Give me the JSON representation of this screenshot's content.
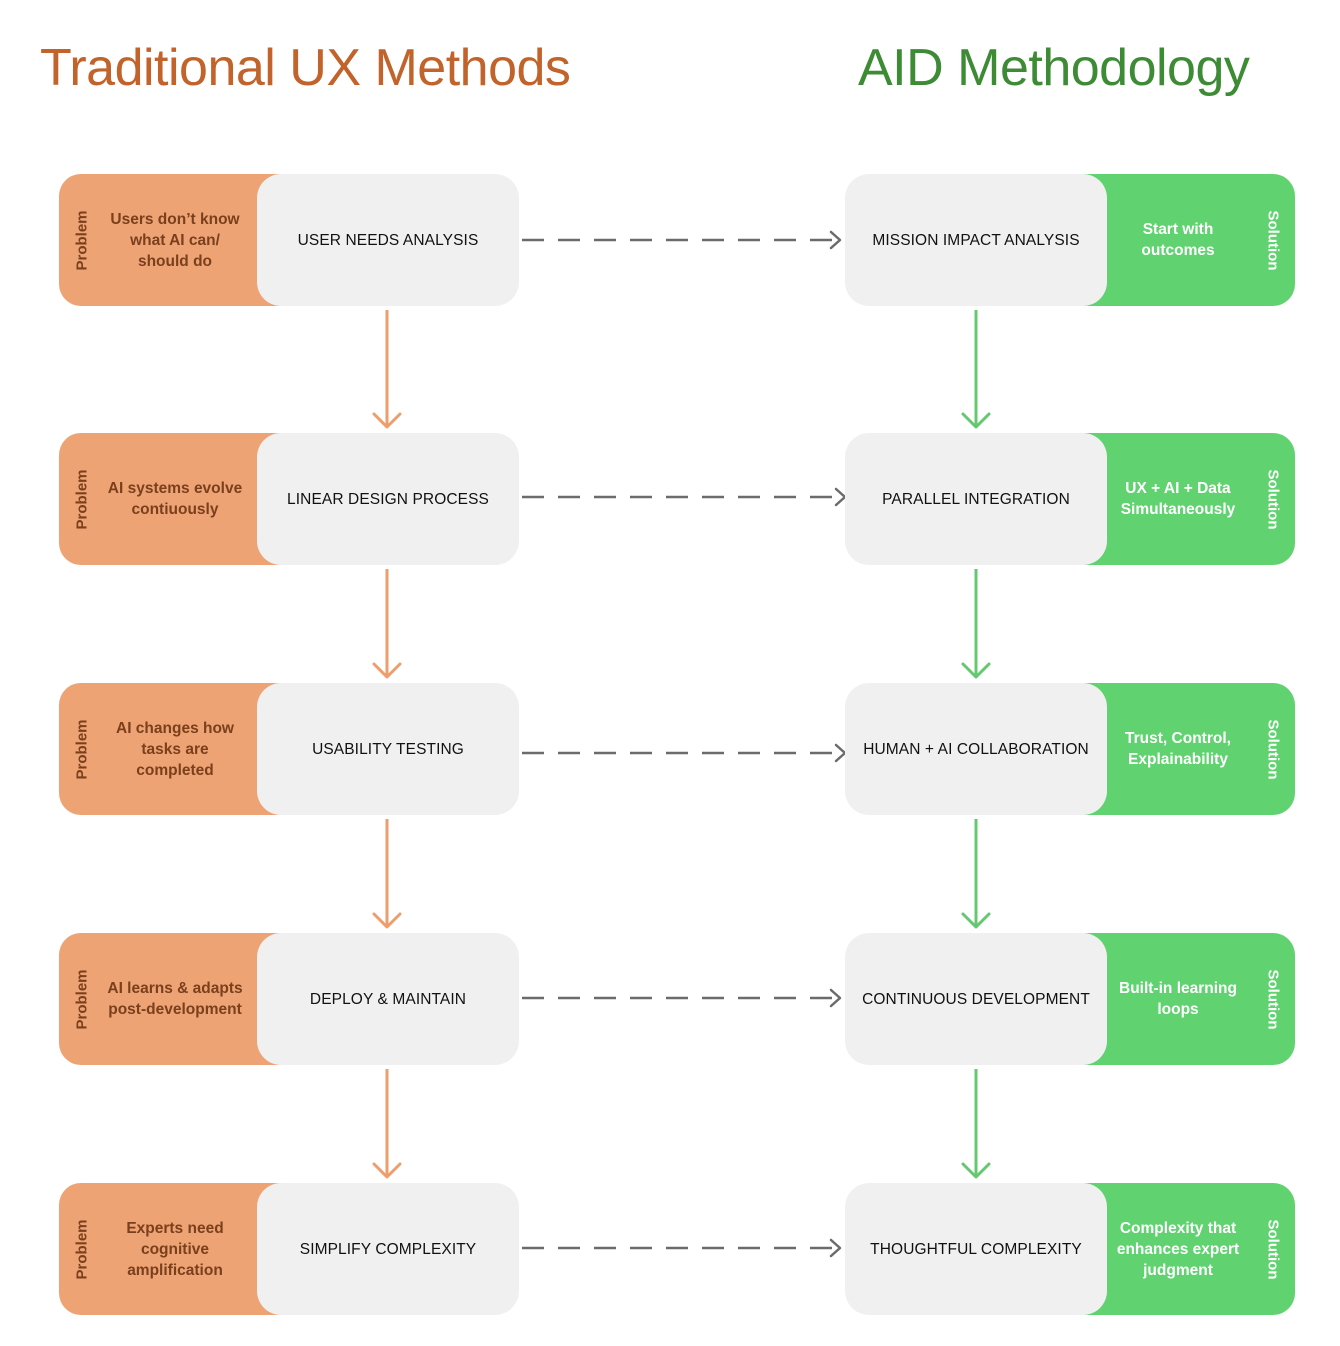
{
  "titles": {
    "left": "Traditional UX Methods",
    "right": "AID Methodology"
  },
  "labels": {
    "problem": "Problem",
    "solution": "Solution"
  },
  "colors": {
    "left_title": "#c1632a",
    "right_title": "#3d8b35",
    "problem_fill": "#eea374",
    "solution_fill": "#60d270",
    "step_box": "#f0f0f0",
    "down_arrow_left": "#ee9e6c",
    "down_arrow_right": "#64c870",
    "dashed_arrow": "#6b6b6b"
  },
  "rows": [
    {
      "problem": "Users don’t know what AI can/ should do",
      "traditional": "USER NEEDS ANALYSIS",
      "aid": "MISSION IMPACT ANALYSIS",
      "solution": "Start with outcomes"
    },
    {
      "problem": "AI systems evolve contiuously",
      "traditional": "LINEAR DESIGN PROCESS",
      "aid": "PARALLEL INTEGRATION",
      "solution": "UX + AI + Data Simultaneously"
    },
    {
      "problem": "AI changes how tasks are completed",
      "traditional": "USABILITY TESTING",
      "aid": "HUMAN + AI COLLABORATION",
      "solution": "Trust, Control, Explainability"
    },
    {
      "problem": "AI learns & adapts post-development",
      "traditional": "DEPLOY & MAINTAIN",
      "aid": "CONTINUOUS DEVELOPMENT",
      "solution": "Built-in learning loops"
    },
    {
      "problem": "Experts need cognitive amplification",
      "traditional": "SIMPLIFY COMPLEXITY",
      "aid": "THOUGHTFUL COMPLEXITY",
      "solution": "Complexity that enhances expert judgment"
    }
  ]
}
